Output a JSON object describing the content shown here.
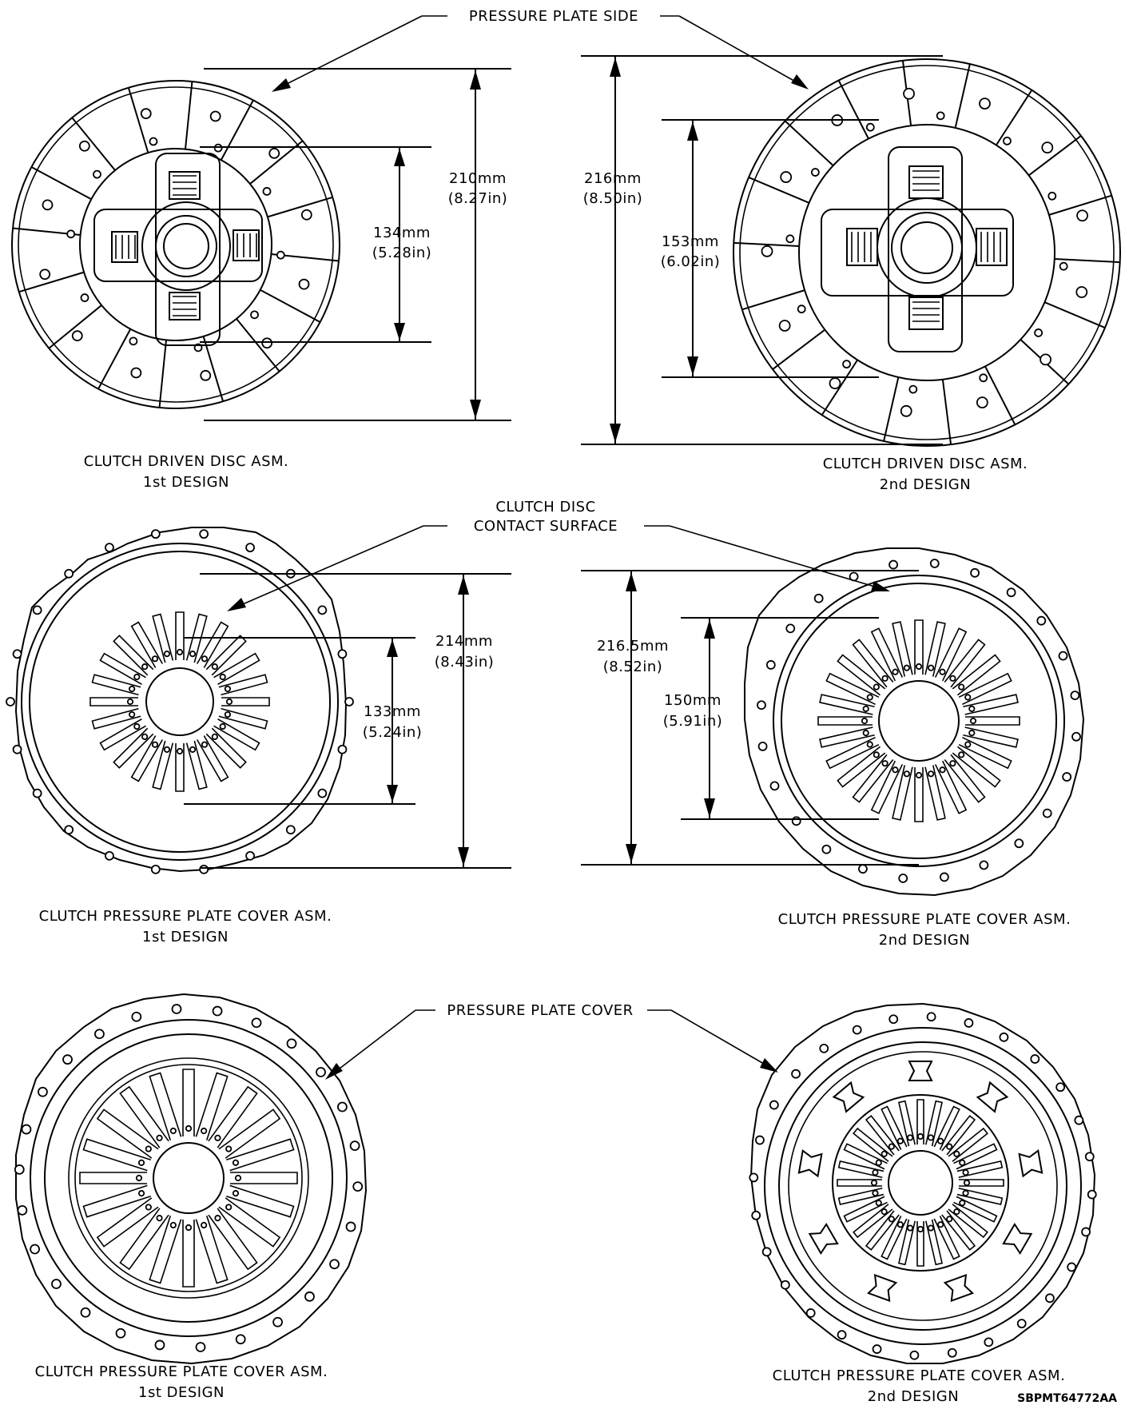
{
  "callouts": {
    "pressure_plate_side": "PRESSURE PLATE SIDE",
    "clutch_disc_contact_line1": "CLUTCH DISC",
    "clutch_disc_contact_line2": "CONTACT SURFACE",
    "pressure_plate_cover": "PRESSURE PLATE COVER"
  },
  "dimensions": {
    "disc1_outer_mm": "210mm",
    "disc1_outer_in": "(8.27in)",
    "disc1_inner_mm": "134mm",
    "disc1_inner_in": "(5.28in)",
    "disc2_outer_mm": "216mm",
    "disc2_outer_in": "(8.50in)",
    "disc2_inner_mm": "153mm",
    "disc2_inner_in": "(6.02in)",
    "plate1_outer_mm": "214mm",
    "plate1_outer_in": "(8.43in)",
    "plate1_inner_mm": "133mm",
    "plate1_inner_in": "(5.24in)",
    "plate2_outer_mm": "216.5mm",
    "plate2_outer_in": "(8.52in)",
    "plate2_inner_mm": "150mm",
    "plate2_inner_in": "(5.91in)"
  },
  "captions": {
    "disc1_line1": "CLUTCH DRIVEN DISC ASM.",
    "disc1_line2": "1st DESIGN",
    "disc2_line1": "CLUTCH DRIVEN DISC ASM.",
    "disc2_line2": "2nd DESIGN",
    "plate1_line1": "CLUTCH PRESSURE PLATE COVER ASM.",
    "plate1_line2": "1st DESIGN",
    "plate2_line1": "CLUTCH PRESSURE PLATE COVER ASM.",
    "plate2_line2": "2nd DESIGN",
    "cover1_line1": "CLUTCH PRESSURE PLATE COVER ASM.",
    "cover1_line2": "1st DESIGN",
    "cover2_line1": "CLUTCH PRESSURE PLATE COVER ASM.",
    "cover2_line2": "2nd DESIGN"
  },
  "figure_code": "SBPMT64772AA"
}
